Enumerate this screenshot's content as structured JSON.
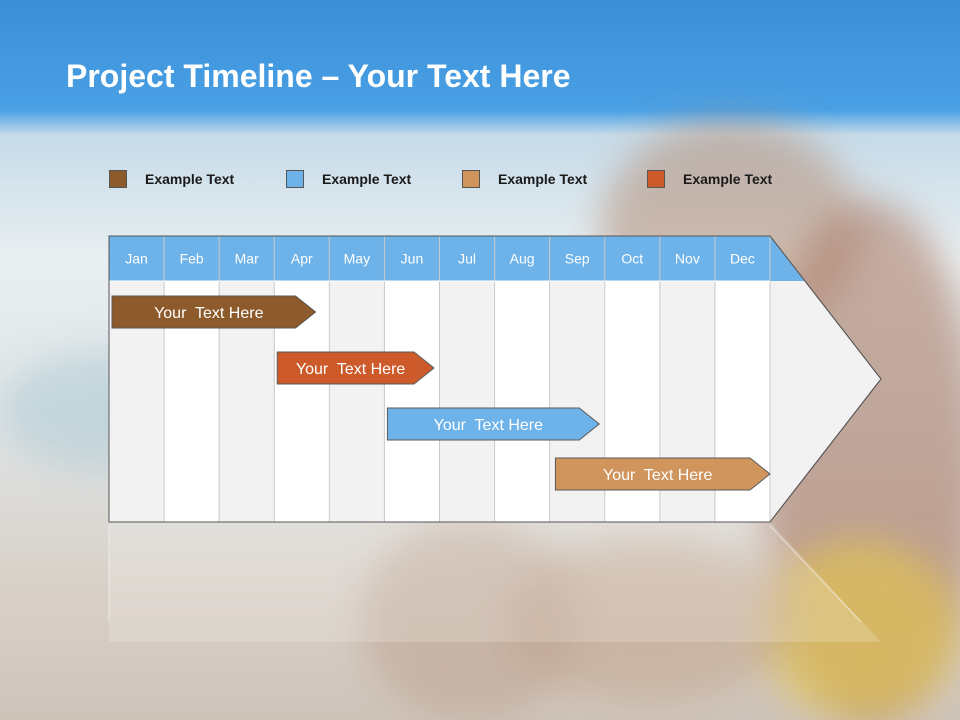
{
  "title": {
    "bold": "Project Timeline",
    "rest": " – Your Text Here"
  },
  "legend": [
    {
      "label": "Example Text",
      "color": "#8c5a2b"
    },
    {
      "label": "Example Text",
      "color": "#6db3ea"
    },
    {
      "label": "Example Text",
      "color": "#d0955c"
    },
    {
      "label": "Example Text",
      "color": "#cc5a2a"
    }
  ],
  "months": [
    "Jan",
    "Feb",
    "Mar",
    "Apr",
    "May",
    "Jun",
    "Jul",
    "Aug",
    "Sep",
    "Oct",
    "Nov",
    "Dec"
  ],
  "tasks": [
    {
      "label": "Your  Text Here",
      "start": 0.0,
      "end": 3.75,
      "color": "#8c5a2b"
    },
    {
      "label": "Your  Text Here",
      "start": 3.0,
      "end": 5.9,
      "color": "#cc5a2a"
    },
    {
      "label": "Your  Text Here",
      "start": 5.0,
      "end": 8.9,
      "color": "#6db3ea"
    },
    {
      "label": "Your  Text Here",
      "start": 8.05,
      "end": 12.0,
      "color": "#d0955c"
    }
  ],
  "colors": {
    "header": "#6db3ea",
    "grid_line": "#c9c9c9",
    "col_light": "#f2f2f2",
    "col_white": "#ffffff"
  }
}
